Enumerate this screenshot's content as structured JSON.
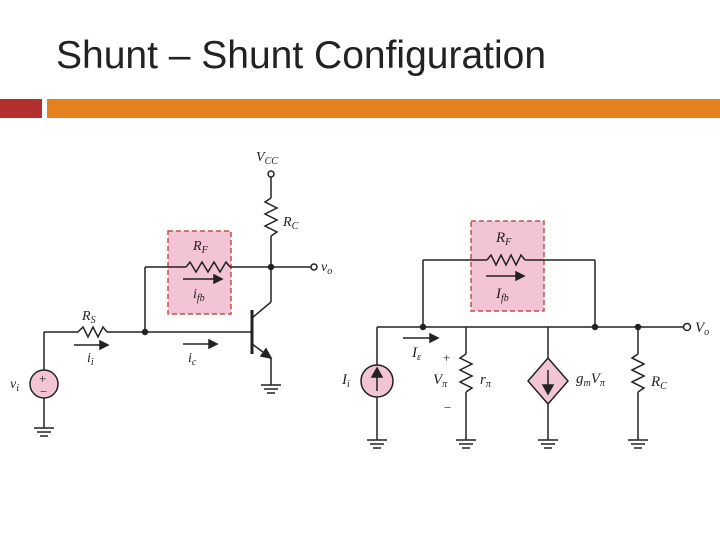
{
  "slide": {
    "title": "Shunt – Shunt Configuration",
    "colors": {
      "bar_left": "#b3302e",
      "bar_right": "#e6821e",
      "feedback_box": "#f2c4d6",
      "source_fill": "#f2c4d6"
    }
  },
  "left_circuit": {
    "supply": "V",
    "supply_sub": "CC",
    "collector_resistor": "R",
    "collector_resistor_sub": "C",
    "feedback_resistor": "R",
    "feedback_resistor_sub": "F",
    "feedback_current": "i",
    "feedback_current_sub": "fb",
    "output": "v",
    "output_sub": "o",
    "source_resistor": "R",
    "source_resistor_sub": "S",
    "input_current": "i",
    "input_current_sub": "i",
    "base_current": "i",
    "base_current_sub": "c",
    "source_voltage": "v",
    "source_voltage_sub": "i",
    "plus": "+",
    "minus": "−"
  },
  "right_circuit": {
    "feedback_resistor": "R",
    "feedback_resistor_sub": "F",
    "feedback_current": "I",
    "feedback_current_sub": "fb",
    "input_source": "I",
    "input_source_sub": "i",
    "base_current": "I",
    "base_current_sub": "ε",
    "vpi": "V",
    "vpi_sub": "π",
    "rpi": "r",
    "rpi_sub": "π",
    "gm": "g",
    "gm_sub": "m",
    "gm_v": "V",
    "gm_v_sub": "π",
    "collector_resistor": "R",
    "collector_resistor_sub": "C",
    "output": "V",
    "output_sub": "o",
    "plus": "+",
    "minus": "−"
  }
}
